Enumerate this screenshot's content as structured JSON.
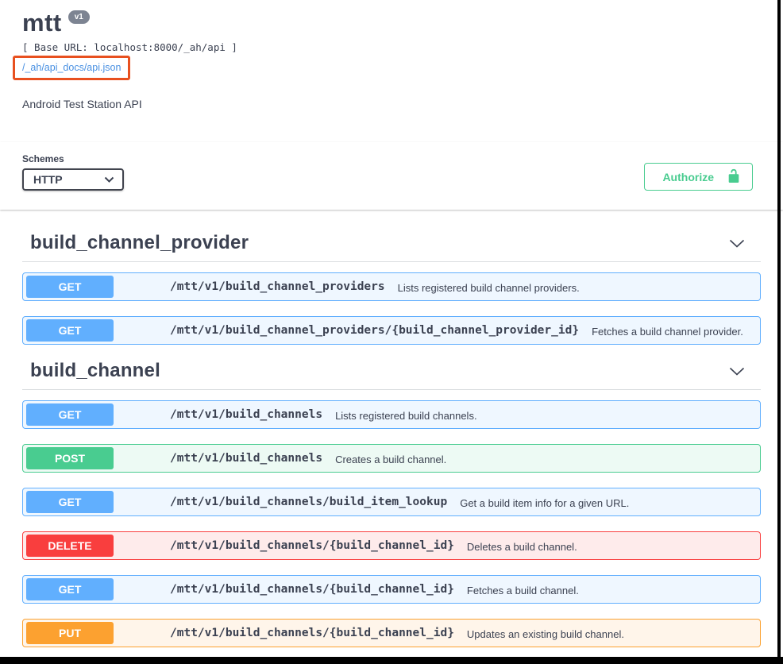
{
  "info": {
    "title": "mtt",
    "version_badge": "v1",
    "base_url_line": "[ Base URL: localhost:8000/_ah/api ]",
    "spec_link": "/_ah/api_docs/api.json",
    "description": "Android Test Station API"
  },
  "scheme": {
    "label": "Schemes",
    "selected": "HTTP"
  },
  "authorize": {
    "label": "Authorize"
  },
  "colors": {
    "text": "#3b4151",
    "get": "#61affe",
    "post": "#49cc90",
    "delete": "#f93e3e",
    "put": "#fca130",
    "authorize_green": "#49cc90",
    "link_blue": "#4990e2",
    "highlight_box_orange": "#e8501f",
    "version_badge_gray": "#7d8492"
  },
  "sections": [
    {
      "title": "build_channel_provider",
      "endpoints": [
        {
          "method": "GET",
          "path": "/mtt/v1/build_channel_providers",
          "summary": "Lists registered build channel providers."
        },
        {
          "method": "GET",
          "path": "/mtt/v1/build_channel_providers/{build_channel_provider_id}",
          "summary": "Fetches a build channel provider."
        }
      ]
    },
    {
      "title": "build_channel",
      "endpoints": [
        {
          "method": "GET",
          "path": "/mtt/v1/build_channels",
          "summary": "Lists registered build channels."
        },
        {
          "method": "POST",
          "path": "/mtt/v1/build_channels",
          "summary": "Creates a build channel."
        },
        {
          "method": "GET",
          "path": "/mtt/v1/build_channels/build_item_lookup",
          "summary": "Get a build item info for a given URL."
        },
        {
          "method": "DELETE",
          "path": "/mtt/v1/build_channels/{build_channel_id}",
          "summary": "Deletes a build channel."
        },
        {
          "method": "GET",
          "path": "/mtt/v1/build_channels/{build_channel_id}",
          "summary": "Fetches a build channel."
        },
        {
          "method": "PUT",
          "path": "/mtt/v1/build_channels/{build_channel_id}",
          "summary": "Updates an existing build channel."
        }
      ]
    }
  ]
}
